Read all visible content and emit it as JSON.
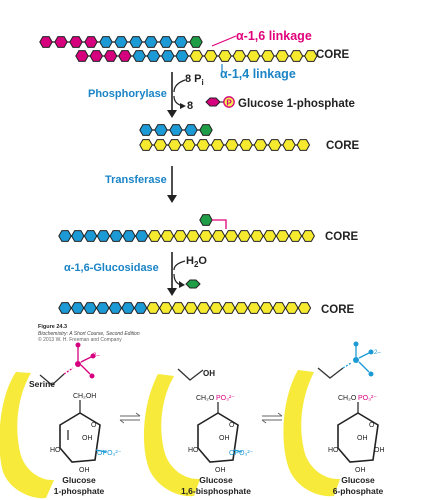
{
  "colors": {
    "magenta": "#d6007e",
    "blue": "#1c9ad6",
    "yellow": "#f6ea2f",
    "green": "#1f9d47",
    "outline": "#222222",
    "label_blue": "#1a84c6",
    "label_pink": "#e0007a",
    "ribbon": "#f7ea3a"
  },
  "top": {
    "alpha16_label": "α-1,6 linkage",
    "alpha14_label": "α-1,4 linkage",
    "core_label": "CORE",
    "steps": {
      "phosphorylase": {
        "enzyme": "Phosphorylase",
        "input": "8 P",
        "input_sub": "i",
        "output_count": "8",
        "output_label": "Glucose 1-phosphate",
        "p_badge": "P"
      },
      "transferase": {
        "enzyme": "Transferase"
      },
      "glucosidase": {
        "enzyme": "α-1,6-Glucosidase",
        "input": "H",
        "input_sub": "2",
        "input_tail": "O"
      }
    }
  },
  "figure_caption": {
    "line1": "Figure 24.3",
    "line2": "Biochemistry: A Short Course, Second Edition",
    "line3": "© 2013 W. H. Freeman and Company"
  },
  "bottom": {
    "serine_label": "Serine",
    "oh_label": "OH",
    "structures": [
      {
        "name_line1": "Glucose",
        "name_line2": "1-phosphate"
      },
      {
        "name_line1": "Glucose",
        "name_line2": "1,6-bisphosphate"
      },
      {
        "name_line1": "Glucose",
        "name_line2": "6-phosphate"
      }
    ]
  }
}
